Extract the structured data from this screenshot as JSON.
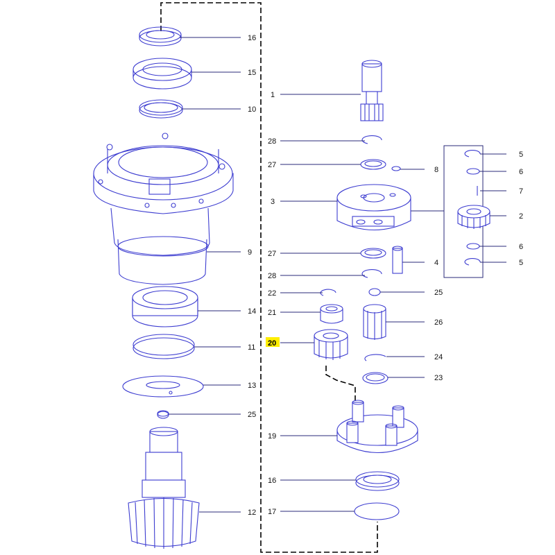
{
  "labels": {
    "16a": "16",
    "15": "15",
    "10": "10",
    "9": "9",
    "14": "14",
    "11": "11",
    "13": "13",
    "25a": "25",
    "12": "12",
    "1": "1",
    "28a": "28",
    "27a": "27",
    "3": "3",
    "8": "8",
    "27b": "27",
    "28b": "28",
    "4": "4",
    "5a": "5",
    "6a": "6",
    "7": "7",
    "2": "2",
    "6b": "6",
    "5b": "5",
    "22": "22",
    "25b": "25",
    "21": "21",
    "26": "26",
    "20": "20",
    "24": "24",
    "23": "23",
    "19": "19",
    "16b": "16",
    "17": "17"
  },
  "highlighted_label": "20",
  "highlight_color": "#ffee00",
  "part_stroke_color": "#3c3cd0"
}
